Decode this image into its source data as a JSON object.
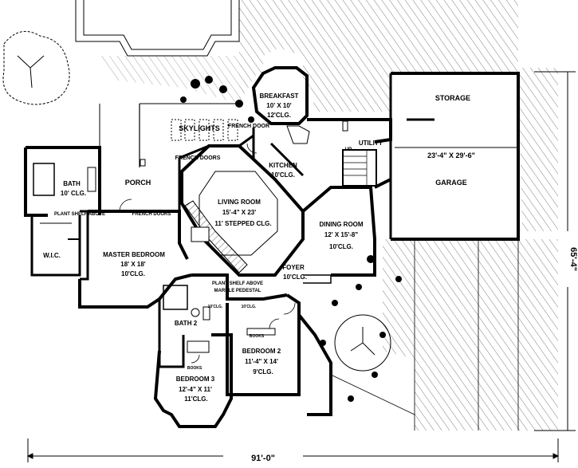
{
  "rooms": {
    "breakfast": {
      "name": "BREAKFAST",
      "size": "10' X 10'",
      "ceiling": "12'CLG."
    },
    "storage": {
      "name": "STORAGE"
    },
    "garage": {
      "size": "23'-4\" X 29'-6\"",
      "name": "GARAGE"
    },
    "skylights": {
      "name": "SKYLIGHTS"
    },
    "french_door_kitchen": {
      "name": "FRENCH DOOR"
    },
    "utility": {
      "name": "UTILITY",
      "up": "UP"
    },
    "kitchen": {
      "name": "KITCHEN",
      "ceiling": "10'CLG."
    },
    "french_doors_living": {
      "name": "FRENCH DOORS"
    },
    "porch": {
      "name": "PORCH"
    },
    "bath": {
      "name": "BATH",
      "ceiling": "10' CLG."
    },
    "living": {
      "name": "LIVING ROOM",
      "size": "15'-4\" X 23'",
      "ceiling": "11' STEPPED CLG."
    },
    "plant_shelf_1": {
      "name": "PLANT SHELF ABOVE"
    },
    "french_doors_master": {
      "name": "FRENCH DOORS"
    },
    "dining": {
      "name": "DINING ROOM",
      "size": "12' X 15'-8\"",
      "ceiling": "10'CLG."
    },
    "wic": {
      "name": "W.I.C."
    },
    "master": {
      "name": "MASTER BEDROOM",
      "size": "18' X 18'",
      "ceiling": "10'CLG."
    },
    "foyer": {
      "name": "FOYER",
      "ceiling": "10'CLG."
    },
    "plant_shelf_2": {
      "name": "PLANT SHELF ABOVE",
      "extra": "MARBLE PEDESTAL"
    },
    "clg_small_1": {
      "name": "10'CLG."
    },
    "clg_small_2": {
      "name": "10'CLG."
    },
    "bath2": {
      "name": "BATH 2"
    },
    "books_1": {
      "name": "BOOKS"
    },
    "books_2": {
      "name": "BOOKS"
    },
    "bedroom2": {
      "name": "BEDROOM 2",
      "size": "11'-4\" X 14'",
      "ceiling": "9'CLG."
    },
    "bedroom3": {
      "name": "BEDROOM 3",
      "size": "12'-4\" X 11'",
      "ceiling": "11'CLG."
    }
  },
  "dimensions": {
    "width": "91'-0\"",
    "depth": "65'-4\""
  }
}
